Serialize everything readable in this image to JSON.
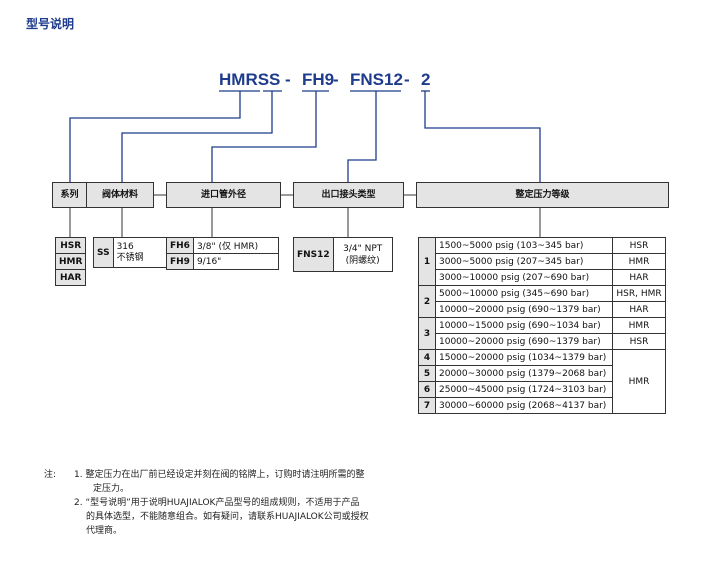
{
  "title": "型号说明",
  "model": [
    "HMRSS",
    "-",
    "FH9",
    "-",
    "FNS12",
    "-",
    "2"
  ],
  "headers": {
    "series": "系列",
    "body_material": "阀体材料",
    "inlet": "进口管外径",
    "outlet": "出口接头类型",
    "pressure": "整定压力等级"
  },
  "series": [
    "HSR",
    "HMR",
    "HAR"
  ],
  "material": {
    "code": "SS",
    "line1": "316",
    "line2": "不锈钢"
  },
  "inlet": [
    {
      "code": "FH6",
      "desc": "3/8\" (仅 HMR)"
    },
    {
      "code": "FH9",
      "desc": "9/16\""
    }
  ],
  "outlet": {
    "code": "FNS12",
    "line1": "3/4\" NPT",
    "line2": "(阴螺纹)"
  },
  "pressure": {
    "groups": [
      "1",
      "2",
      "3",
      "4",
      "5",
      "6",
      "7"
    ],
    "rows": [
      {
        "range": "1500~5000 psig (103~345 bar)",
        "model": "HSR"
      },
      {
        "range": "3000~5000 psig (207~345 bar)",
        "model": "HMR"
      },
      {
        "range": "3000~10000 psig (207~690 bar)",
        "model": "HAR"
      },
      {
        "range": "5000~10000 psig (345~690 bar)",
        "model": "HSR, HMR"
      },
      {
        "range": "10000~20000 psig (690~1379 bar)",
        "model": "HAR"
      },
      {
        "range": "10000~15000 psig (690~1034 bar)",
        "model": "HMR"
      },
      {
        "range": "10000~20000 psig (690~1379 bar)",
        "model": "HSR"
      },
      {
        "range": "15000~20000 psig (1034~1379 bar)",
        "model": ""
      },
      {
        "range": "20000~30000 psig (1379~2068 bar)",
        "model": ""
      },
      {
        "range": "25000~45000 psig (1724~3103 bar)",
        "model": ""
      },
      {
        "range": "30000~60000 psig (2068~4137 bar)",
        "model": ""
      }
    ],
    "hmr_merged": "HMR"
  },
  "notes": {
    "label": "注:",
    "n1_num": "1.",
    "n1_line1": "整定压力在出厂前已经设定并刻在阀的铭牌上，订购时请注明所需的整",
    "n1_line2": "定压力。",
    "n2_num": "2.",
    "n2_line1": "“型号说明”用于说明HUAJIALOK产品型号的组成规则，不适用于产品",
    "n2_line2": "的具体选型，不能随意组合。如有疑问，请联系HUAJIALOK公司或授权",
    "n2_line3": "代理商。"
  },
  "colors": {
    "title": "#1f3c8c",
    "lines": "#1f3c8c",
    "header_bg": "#e4e4e4"
  }
}
